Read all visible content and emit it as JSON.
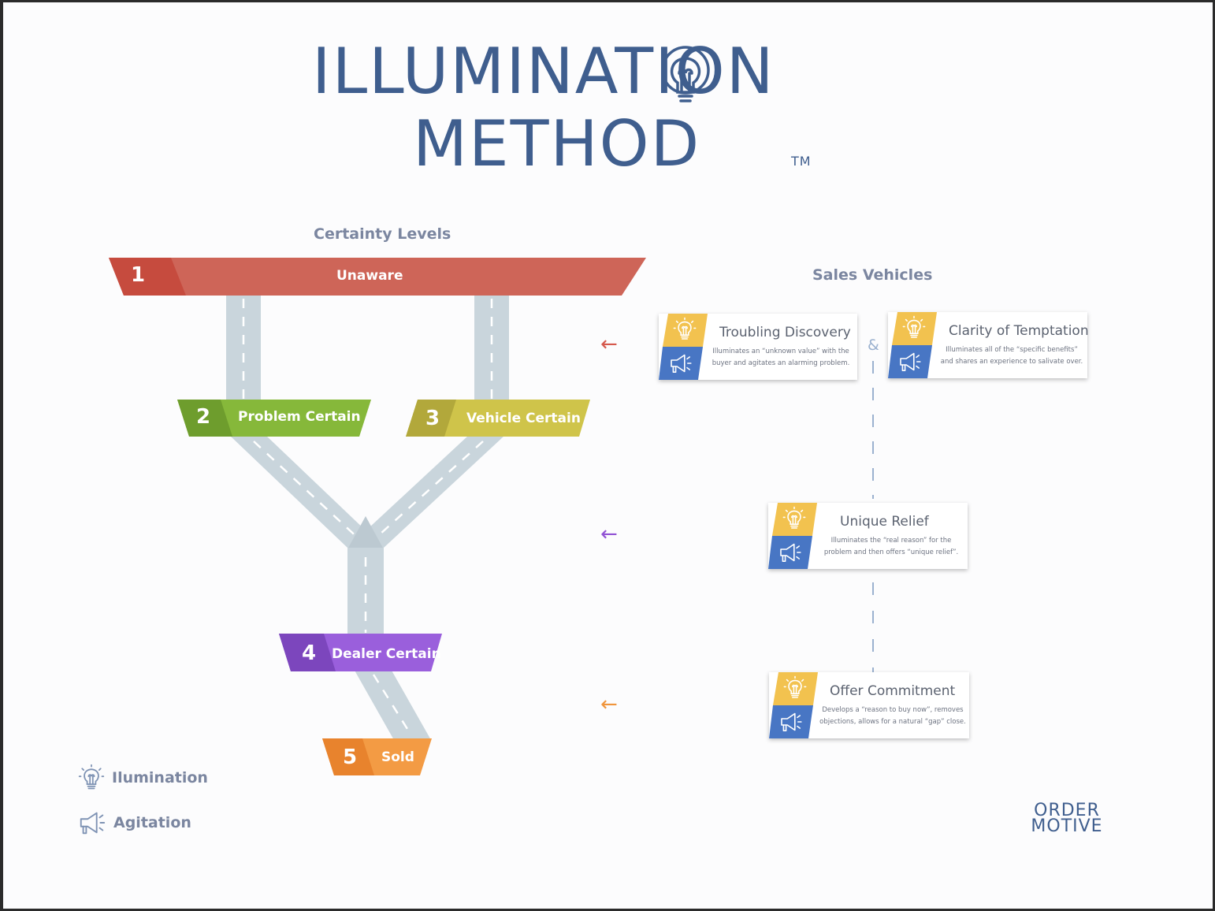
{
  "title": {
    "line1": "ILLUMINATION",
    "line2": "METHOD",
    "trademark": "TM"
  },
  "certainty_heading": "Certainty Levels",
  "sales_heading": "Sales Vehicles",
  "levels": [
    {
      "number": "1",
      "label": "Unaware",
      "color": "#d15a48"
    },
    {
      "number": "2",
      "label": "Problem Certain",
      "color": "#86b83a"
    },
    {
      "number": "3",
      "label": "Vehicle Certain",
      "color": "#cfc44a"
    },
    {
      "number": "4",
      "label": "Dealer Certain",
      "color": "#8e52d0"
    },
    {
      "number": "5",
      "label": "Sold",
      "color": "#f0953c"
    }
  ],
  "vehicles": [
    {
      "title": "Troubling Discovery",
      "description": "Illuminates an “unknown value” with the\nbuyer and agitates an alarming problem."
    },
    {
      "title": "Clarity of Temptation",
      "description": "Illuminates all of the “specific benefits”\nand shares an experience to salivate over."
    },
    {
      "title": "Unique Relief",
      "description": "Illuminates the “real reason” for the\nproblem and then offers “unique relief”."
    },
    {
      "title": "Offer Commitment",
      "description": "Develops a “reason to buy now”, removes\nobjections, allows for a natural “gap” close."
    }
  ],
  "connector": "&",
  "arrows": [
    {
      "glyph": "←",
      "color": "#d5584c"
    },
    {
      "glyph": "←",
      "color": "#9152d4"
    },
    {
      "glyph": "←",
      "color": "#f0953c"
    }
  ],
  "legend": [
    {
      "icon": "lightbulb-icon",
      "label": "Ilumination"
    },
    {
      "icon": "megaphone-icon",
      "label": "Agitation"
    }
  ],
  "logo": {
    "top": "ORDER",
    "bottom": "MOTIVE"
  },
  "colors": {
    "title": "#3f5e8e",
    "road": "#c9d5dc",
    "badge_yellow": "#f2c24f",
    "badge_blue": "#4876c4"
  }
}
